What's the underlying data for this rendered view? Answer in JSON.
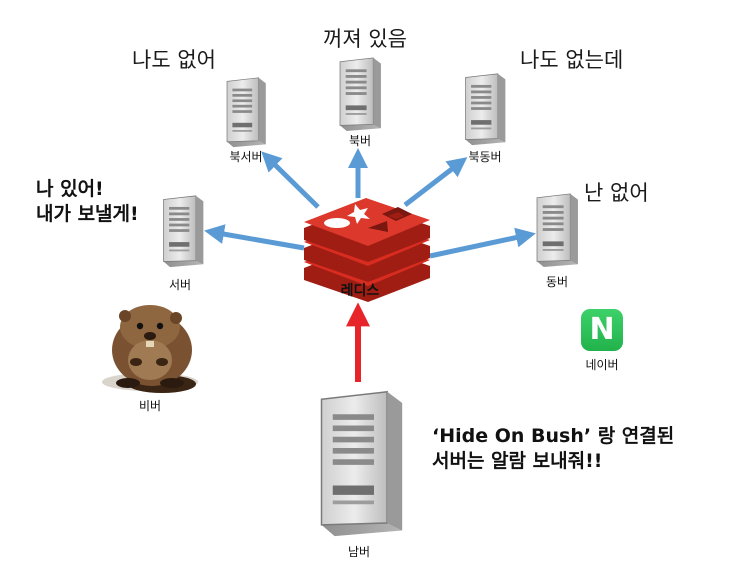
{
  "bubbles": {
    "north_west": "나도 없어",
    "north": "꺼져 있음",
    "north_east": "나도 없는데",
    "east": "난 없어",
    "west_line1": "나 있어!",
    "west_line2": "내가 보낼게!"
  },
  "nodes": {
    "north_west": "북서버",
    "north": "북버",
    "north_east": "북동버",
    "west": "서버",
    "east": "동버",
    "south": "남버",
    "center": "레디스",
    "beaver": "비버",
    "naver": "네이버"
  },
  "message": {
    "line1": "‘Hide On Bush’ 랑 연결된",
    "line2": "서버는 알람 보내줘!!"
  },
  "logo": {
    "naver_letter": "N"
  },
  "colors": {
    "arrow_blue": "#5b9bd5",
    "arrow_red": "#e8242b",
    "redis_red": "#d82c20",
    "naver_green": "#2db84c"
  }
}
